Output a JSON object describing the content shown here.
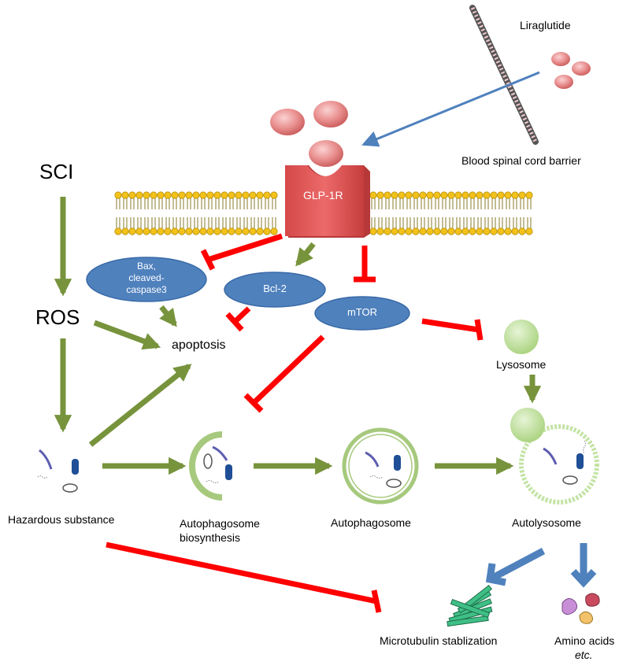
{
  "drug": {
    "name": "Liraglutide",
    "barrier": "Blood spinal cord barrier"
  },
  "receptor": {
    "label": "GLP-1R"
  },
  "injury": {
    "trigger": "SCI",
    "ros": "ROS"
  },
  "proteins": {
    "bax_lines": [
      "Bax,",
      "cleaved-",
      "caspase3"
    ],
    "bcl2": "Bcl-2",
    "mtor": "mTOR"
  },
  "processes": {
    "apoptosis": "apoptosis",
    "lysosome": "Lysosome",
    "hazardous": "Hazardous substance",
    "biosynthesis_lines": [
      "Autophagosome",
      "biosynthesis"
    ],
    "autophagosome": "Autophagosome",
    "autolysosome": "Autolysosome"
  },
  "outcomes": {
    "microtubule": "Microtubulin stablization",
    "amino": "Amino acids",
    "amino_etc": "etc."
  },
  "colors": {
    "activate": "#77933c",
    "inhibit": "#ff0000",
    "drug_flow": "#4f81bd",
    "protein_oval": "#4f81bd",
    "receptor": "#e05555",
    "membrane_head": "#f2c21a",
    "lysosome": "#c3e3a3"
  }
}
